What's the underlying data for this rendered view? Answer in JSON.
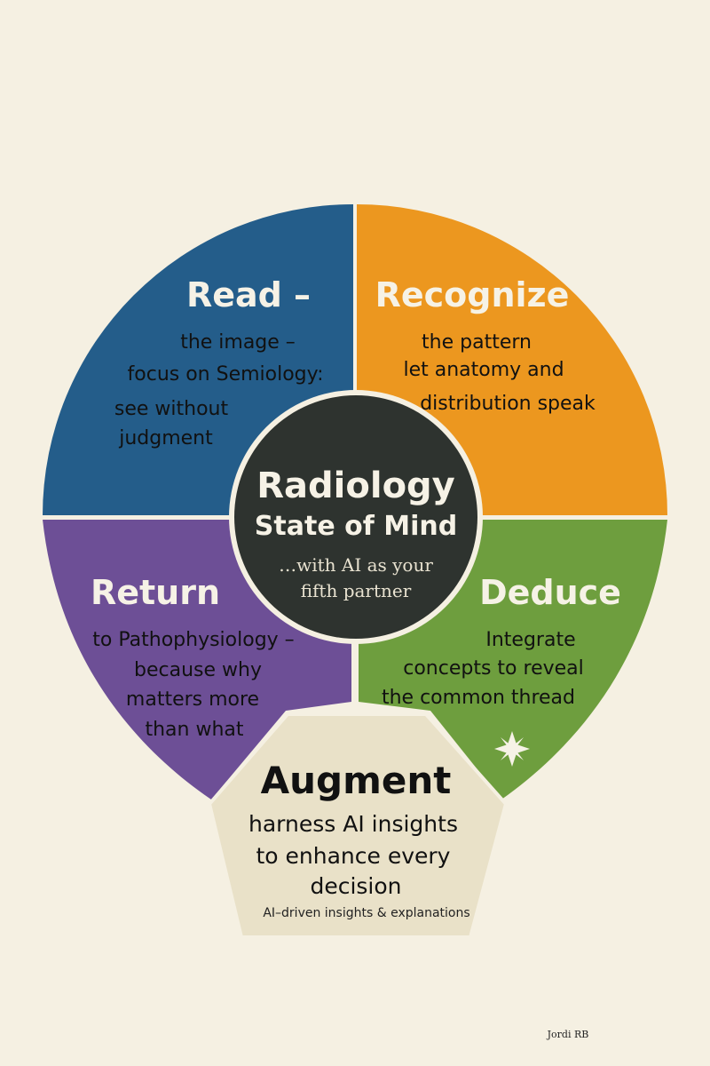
{
  "colors": {
    "background": "#f5f0e2",
    "read": "#245d8a",
    "recognize": "#ec971f",
    "return": "#6d4f96",
    "deduce": "#6e9e3e",
    "center": "#2e332f",
    "augment": "#e9e1c8",
    "light_text": "#f6f2e6",
    "dark_text": "#1c1c1c"
  },
  "read": {
    "title": "Read –",
    "lines": [
      "the image –",
      "focus on Semiology:",
      "see without",
      "judgment"
    ]
  },
  "recognize": {
    "title": "Recognize",
    "lines": [
      "the pattern",
      "let anatomy and",
      "distribution speak"
    ]
  },
  "return": {
    "title": "Return",
    "lines": [
      "to Pathophysiology –",
      "because why",
      "matters more",
      "than what"
    ]
  },
  "deduce": {
    "title": "Deduce",
    "lines": [
      "Integrate",
      "concepts to reveal",
      "the common thread"
    ],
    "icon": "sparkle-icon"
  },
  "center": {
    "title": "Radiology",
    "subtitle": "State of Mind",
    "tagline_lines": [
      "…with AI as your",
      "fifth partner"
    ]
  },
  "augment": {
    "title": "Augment",
    "lines": [
      "harness AI insights",
      "to enhance every",
      "decision"
    ],
    "note": "AI–driven insights & explanations"
  },
  "signature": "Jordi RB"
}
